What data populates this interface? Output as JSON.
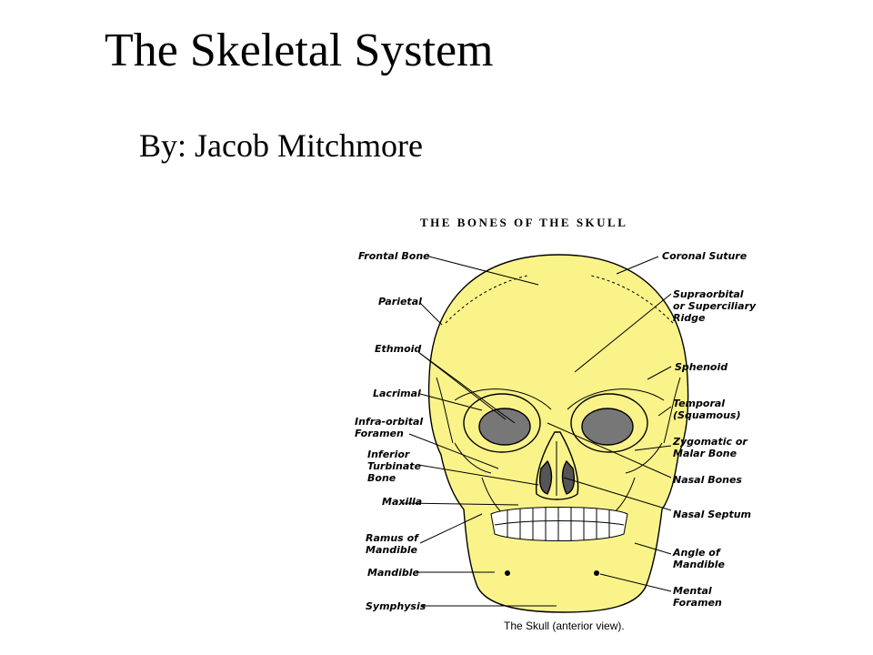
{
  "slide": {
    "title": "The Skeletal System",
    "subtitle": "By: Jacob Mitchmore"
  },
  "diagram": {
    "heading": "THE BONES OF THE SKULL",
    "caption": "The Skull (anterior view).",
    "skull_color": "#f9f38a",
    "labels_left": [
      {
        "id": "frontal",
        "text": "Frontal Bone"
      },
      {
        "id": "parietal",
        "text": "Parietal"
      },
      {
        "id": "ethmoid",
        "text": "Ethmoid"
      },
      {
        "id": "lacrimal",
        "text": "Lacrimal"
      },
      {
        "id": "infraorbital",
        "text": "Infra-orbital\nForamen"
      },
      {
        "id": "turbinate",
        "text": "Inferior\nTurbinate\nBone"
      },
      {
        "id": "maxilla",
        "text": "Maxilla"
      },
      {
        "id": "ramus",
        "text": "Ramus of\nMandible"
      },
      {
        "id": "mandible",
        "text": "Mandible"
      },
      {
        "id": "symphysis",
        "text": "Symphysis"
      }
    ],
    "labels_right": [
      {
        "id": "coronal",
        "text": "Coronal Suture"
      },
      {
        "id": "supraorbital",
        "text": "Supraorbital\nor Superciliary\nRidge"
      },
      {
        "id": "sphenoid",
        "text": "Sphenoid"
      },
      {
        "id": "temporal",
        "text": "Temporal\n(Squamous)"
      },
      {
        "id": "zygomatic",
        "text": "Zygomatic or\nMalar Bone"
      },
      {
        "id": "nasalbones",
        "text": "Nasal Bones"
      },
      {
        "id": "septum",
        "text": "Nasal Septum"
      },
      {
        "id": "angle",
        "text": "Angle of\nMandible"
      },
      {
        "id": "mental",
        "text": "Mental\nForamen"
      }
    ]
  }
}
